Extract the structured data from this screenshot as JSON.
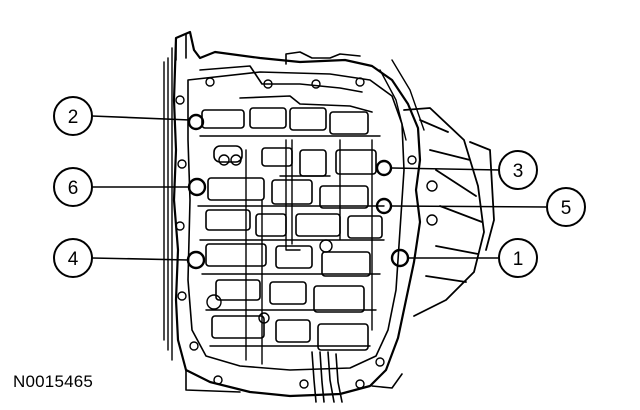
{
  "figure_id": "N0015465",
  "callouts": [
    {
      "label": "1",
      "description": "bolt"
    },
    {
      "label": "2",
      "description": "bolt"
    },
    {
      "label": "3",
      "description": "bolt"
    },
    {
      "label": "4",
      "description": "bolt"
    },
    {
      "label": "5",
      "description": "bolt"
    },
    {
      "label": "6",
      "description": "bolt"
    }
  ]
}
